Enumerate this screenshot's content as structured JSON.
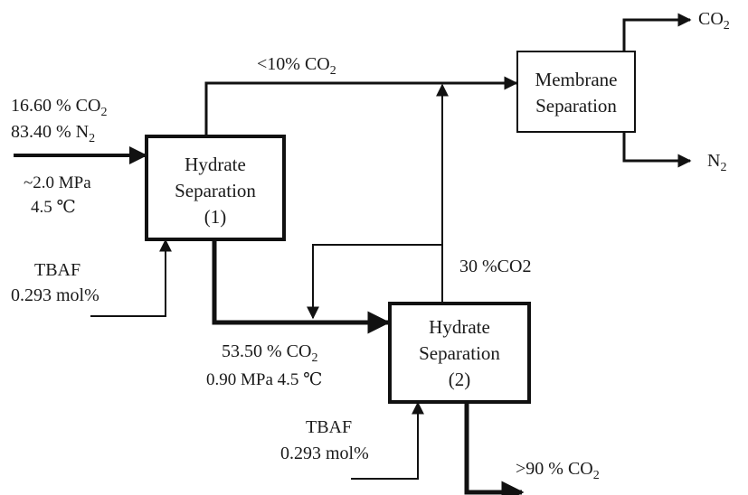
{
  "boxes": {
    "hydrate1": {
      "line1": "Hydrate",
      "line2": "Separation",
      "line3": "(1)"
    },
    "hydrate2": {
      "line1": "Hydrate",
      "line2": "Separation",
      "line3": "(2)"
    },
    "membrane": {
      "line1": "Membrane",
      "line2": "Separation"
    }
  },
  "labels": {
    "feed_co2": {
      "main": "16.60 % CO",
      "sub": "2"
    },
    "feed_n2": {
      "main": "83.40 % N",
      "sub": "2"
    },
    "feed_pressure": "~2.0 MPa",
    "feed_temperature": "4.5 ℃",
    "top_stream": {
      "main": "<10% CO",
      "sub": "2"
    },
    "out_co2": {
      "main": "CO",
      "sub": "2"
    },
    "out_n2": {
      "main": "N",
      "sub": "2"
    },
    "recycle": "30 %CO2",
    "tbaf1_name": "TBAF",
    "tbaf1_conc": "0.293 mol%",
    "mid_co2": {
      "main": "53.50 % CO",
      "sub": "2"
    },
    "mid_conditions": "0.90 MPa 4.5 ℃",
    "tbaf2_name": "TBAF",
    "tbaf2_conc": "0.293 mol%",
    "product": {
      "main": ">90 % CO",
      "sub": "2"
    }
  }
}
